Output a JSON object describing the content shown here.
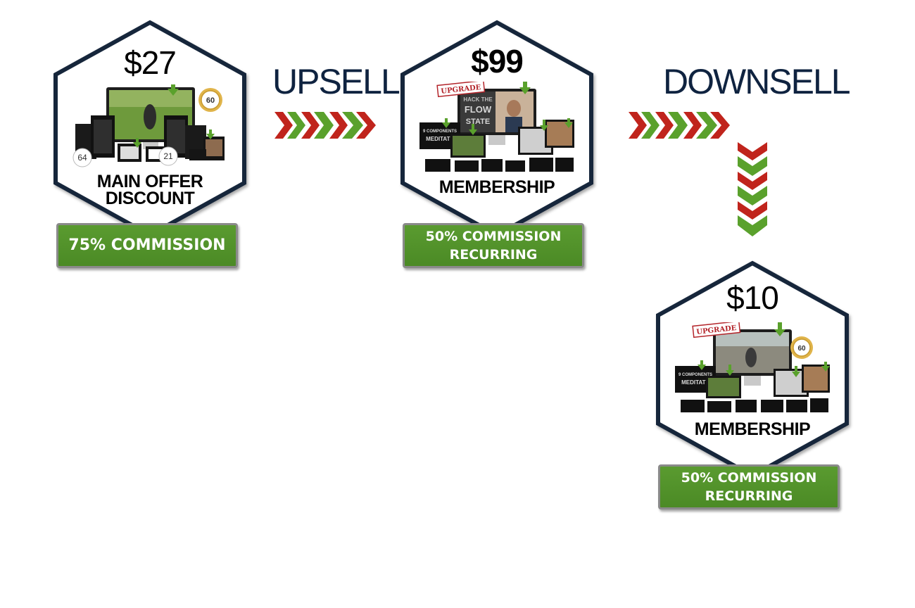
{
  "funnel": {
    "steps": [
      {
        "price": "$27",
        "label_line1": "MAIN OFFER",
        "label_line2": "DISCOUNT",
        "commission_line1": "75% COMMISSION",
        "commission_line2": "",
        "product_badges": [
          "64",
          "21",
          "60"
        ]
      },
      {
        "price": "$99",
        "label_line1": "MEMBERSHIP",
        "label_line2": "",
        "commission_line1": "50% COMMISSION",
        "commission_line2": "RECURRING",
        "product_stamp": "UPGRADE",
        "product_screen_text": [
          "HACK THE",
          "FLOW",
          "STATE"
        ],
        "product_side_text": [
          "9 COMPONENTS",
          "MEDITATE"
        ]
      },
      {
        "price": "$10",
        "label_line1": "MEMBERSHIP",
        "label_line2": "",
        "commission_line1": "50% COMMISSION",
        "commission_line2": "RECURRING",
        "product_stamp": "UPGRADE",
        "product_side_text": [
          "9 COMPONENTS",
          "MEDITATE"
        ],
        "product_badges": [
          "60"
        ]
      }
    ],
    "connectors": {
      "upsell": "UPSELL",
      "downsell": "DOWNSELL"
    }
  },
  "colors": {
    "hex_border": "#16253a",
    "commission_green": "#52932b",
    "chevron_red": "#c0241c",
    "chevron_green": "#5aa12c",
    "title_navy": "#0f2340"
  },
  "icons": {
    "chevron_right": "chevron-right-icon",
    "chevron_down": "chevron-down-icon",
    "download_arrow": "download-arrow-icon",
    "guarantee_seal": "seal-icon"
  }
}
